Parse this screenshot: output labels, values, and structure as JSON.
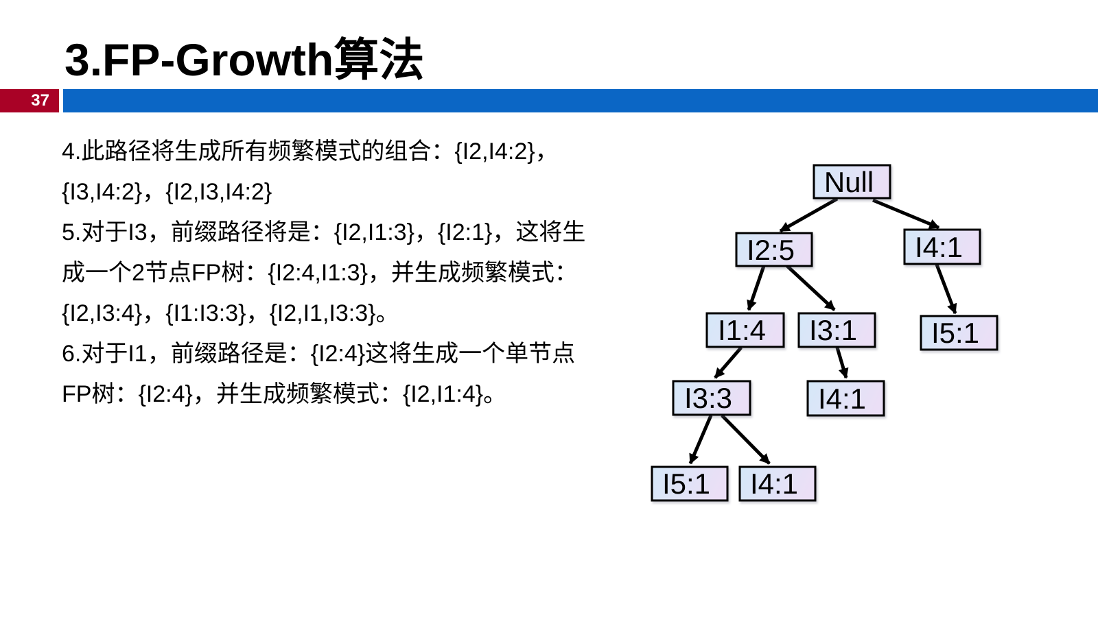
{
  "page": {
    "number": "37"
  },
  "title": "3.FP-Growth算法",
  "body": {
    "lines": [
      "4.此路径将生成所有频繁模式的组合：{I2,I4:2}，",
      "{I3,I4:2}，{I2,I3,I4:2}",
      "5.对于I3，前缀路径将是：{I2,I1:3}，{I2:1}，这将生",
      "成一个2节点FP树：{I2:4,I1:3}，并生成频繁模式：",
      "{I2,I3:4}，{I1:I3:3}，{I2,I1,I3:3}。",
      "6.对于I1，前缀路径是：{I2:4}这将生成一个单节点",
      "FP树：{I2:4}，并生成频繁模式：{I2,I1:4}。"
    ]
  },
  "tree": {
    "description": "FP-tree",
    "nodes": [
      {
        "label": "Null"
      },
      {
        "label": "I2:5"
      },
      {
        "label": "I4:1"
      },
      {
        "label": "I1:4"
      },
      {
        "label": "I3:1"
      },
      {
        "label": "I5:1"
      },
      {
        "label": "I3:3"
      },
      {
        "label": "I4:1"
      },
      {
        "label": "I5:1"
      },
      {
        "label": "I4:1"
      }
    ],
    "edges": [
      [
        "Null",
        "I2:5"
      ],
      [
        "Null",
        "I4:1"
      ],
      [
        "I2:5",
        "I1:4"
      ],
      [
        "I2:5",
        "I3:1"
      ],
      [
        "I4:1",
        "I5:1"
      ],
      [
        "I1:4",
        "I3:3"
      ],
      [
        "I3:1",
        "I4:1"
      ],
      [
        "I3:3",
        "I5:1"
      ],
      [
        "I3:3",
        "I4:1"
      ]
    ]
  },
  "colors": {
    "page_red": "#A90226",
    "bar_blue": "#0B66C5",
    "node_fill_left": "#D5E8F8",
    "node_fill_right": "#EBDFF6",
    "node_border": "#000000"
  }
}
